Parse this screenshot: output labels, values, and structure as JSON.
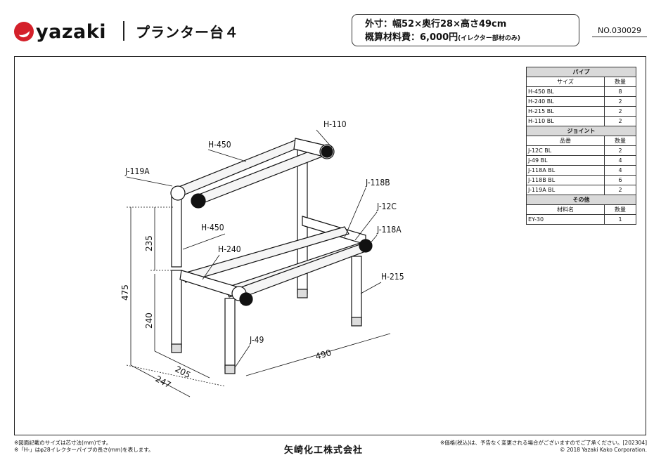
{
  "header": {
    "brand": "yazaki",
    "product_title": "プランター台４",
    "dimensions": "外寸：幅52×奥行28×高さ49cm",
    "cost_label": "概算材料費：6,000円",
    "cost_note": "(イレクター部材のみ)",
    "product_number": "NO.030029"
  },
  "parts_table": {
    "pipe": {
      "title": "パイプ",
      "col1": "サイズ",
      "col2": "数量",
      "rows": [
        {
          "name": "H-450 BL",
          "qty": "8"
        },
        {
          "name": "H-240 BL",
          "qty": "2"
        },
        {
          "name": "H-215 BL",
          "qty": "2"
        },
        {
          "name": "H-110 BL",
          "qty": "2"
        }
      ]
    },
    "joint": {
      "title": "ジョイント",
      "col1": "品番",
      "col2": "数量",
      "rows": [
        {
          "name": "J-12C BL",
          "qty": "2"
        },
        {
          "name": "J-49 BL",
          "qty": "4"
        },
        {
          "name": "J-118A BL",
          "qty": "4"
        },
        {
          "name": "J-118B BL",
          "qty": "6"
        },
        {
          "name": "J-119A BL",
          "qty": "2"
        }
      ]
    },
    "other": {
      "title": "その他",
      "col1": "材料名",
      "col2": "数量",
      "rows": [
        {
          "name": "EY-30",
          "qty": "1"
        }
      ]
    }
  },
  "drawing": {
    "labels": {
      "h110": "H-110",
      "h450_top": "H-450",
      "j119a": "J-119A",
      "j118b": "J-118B",
      "j12c": "J-12C",
      "j118a": "J-118A",
      "h450_mid": "H-450",
      "h240": "H-240",
      "h215": "H-215",
      "j49": "J-49"
    },
    "dimensions": {
      "d235": "235",
      "d475": "475",
      "d240": "240",
      "d205": "205",
      "d247": "247",
      "d490": "490"
    }
  },
  "footer": {
    "note1": "※図面記載のサイズは芯寸法(mm)です。",
    "note2": "※「H-」はφ28イレクターパイプの長さ(mm)を表します。",
    "company": "矢崎化工株式会社",
    "price_note": "※価格(税込)は、予告なく変更される場合がございますのでご了承ください。[202304]",
    "copyright": "© 2018 Yazaki Kako Corporation."
  },
  "colors": {
    "logo_red": "#d4202a",
    "table_header": "#d9d9d9"
  }
}
